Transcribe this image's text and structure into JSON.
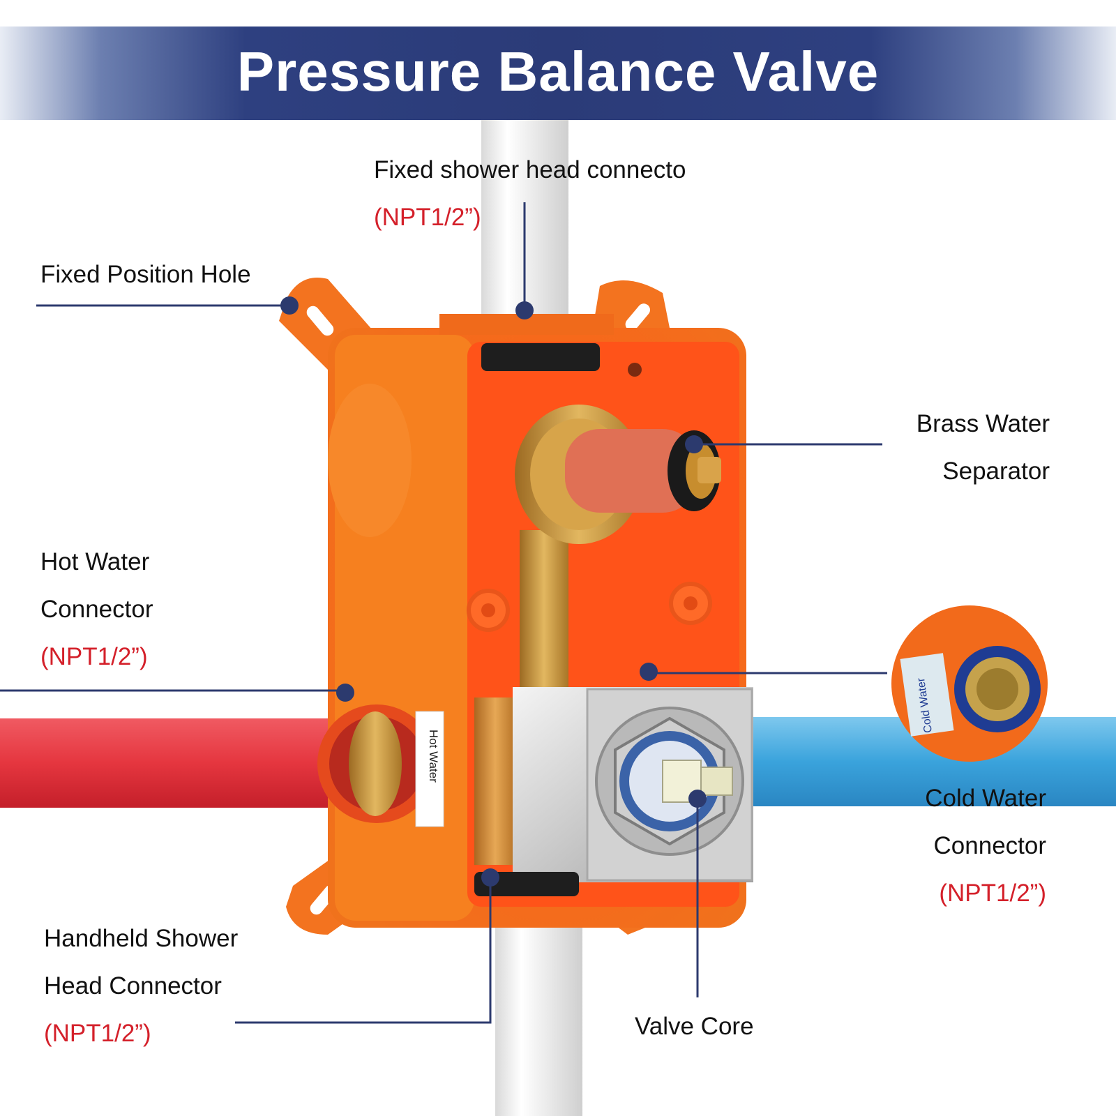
{
  "title": "Pressure Balance Valve",
  "labels": {
    "fixed_shower": {
      "text": "Fixed shower head connecto",
      "spec": "(NPT1/2”)"
    },
    "fixed_hole": {
      "text": "Fixed Position Hole"
    },
    "brass": {
      "line1": "Brass Water",
      "line2": "Separator"
    },
    "hot": {
      "line1": "Hot Water",
      "line2": "Connector",
      "spec": "(NPT1/2”)"
    },
    "cold": {
      "line1": "Cold Water",
      "line2": "Connector",
      "spec": "(NPT1/2”)"
    },
    "handheld": {
      "line1": "Handheld Shower",
      "line2": "Head Connector",
      "spec": "(NPT1/2”)"
    },
    "valve_core": {
      "text": "Valve Core"
    }
  },
  "pipe_markings": {
    "hot": "Hot Water",
    "cold": "Cold Water"
  },
  "colors": {
    "banner": "#2b3b78",
    "leader": "#2c3a6e",
    "spec_text": "#d4202a",
    "box": "#f26a1b",
    "hot_pipe": "#e5363f",
    "cold_pipe": "#3aa3dc",
    "brass": "#c8963a"
  }
}
